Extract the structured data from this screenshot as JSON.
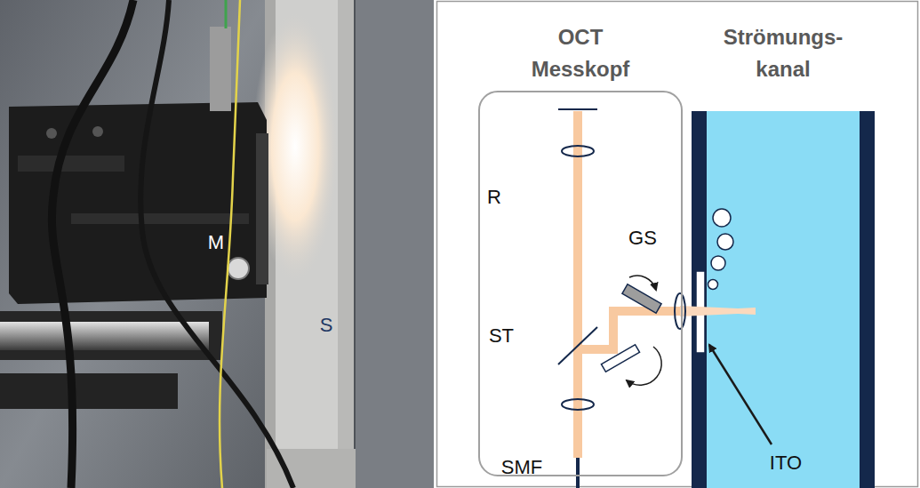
{
  "diagram": {
    "nodes": [
      {
        "text": [
          "OCT Messkopf"
        ]
      },
      {
        "text": [
          "Strömungs- kanal"
        ]
      }
    ],
    "labels": [
      "M",
      "S",
      "R",
      "GS",
      "ST",
      "SMF",
      "ITO"
    ]
  }
}
